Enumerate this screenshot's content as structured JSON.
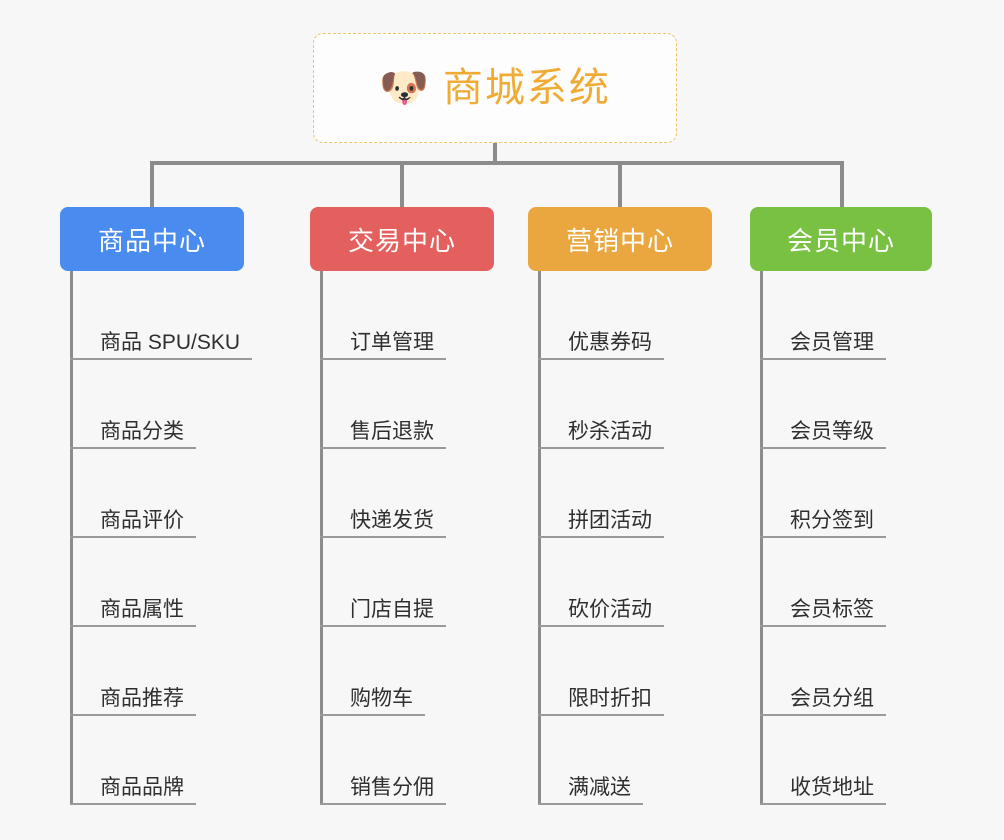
{
  "diagram": {
    "type": "mind-map",
    "background_color": "#f7f7f7",
    "root": {
      "icon": "shiba-dog-face-icon",
      "icon_glyph": "🐶",
      "title": "商城系统",
      "text_color": "#f0ab35",
      "border_color": "#f0c269",
      "border_style": "dashed"
    },
    "branches": [
      {
        "label": "商品中心",
        "color": "#4a8bf0",
        "items": [
          "商品 SPU/SKU",
          "商品分类",
          "商品评价",
          "商品属性",
          "商品推荐",
          "商品品牌"
        ]
      },
      {
        "label": "交易中心",
        "color": "#e4605f",
        "items": [
          "订单管理",
          "售后退款",
          "快递发货",
          "门店自提",
          "购物车",
          "销售分佣"
        ]
      },
      {
        "label": "营销中心",
        "color": "#eaa73f",
        "items": [
          "优惠券码",
          "秒杀活动",
          "拼团活动",
          "砍价活动",
          "限时折扣",
          "满减送"
        ]
      },
      {
        "label": "会员中心",
        "color": "#79c143",
        "items": [
          "会员管理",
          "会员等级",
          "积分签到",
          "会员标签",
          "会员分组",
          "收货地址"
        ]
      }
    ],
    "connector_color": "#8c8c8c",
    "leaf_underline_color": "#9a9a9a"
  }
}
